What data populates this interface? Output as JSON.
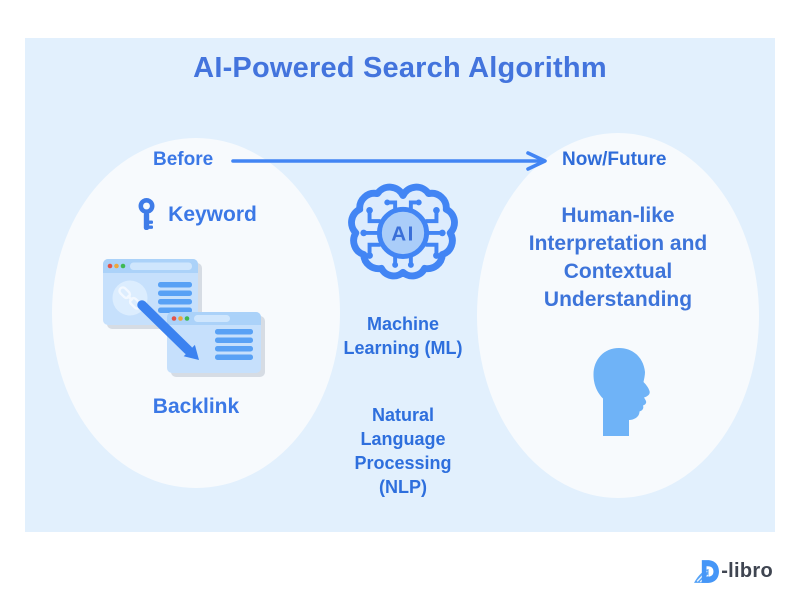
{
  "title": {
    "prefix": "AI-Powered",
    "emphasis": "Search Algorithm"
  },
  "timeline": {
    "before_label": "Before",
    "after_label": "Now/Future"
  },
  "before_section": {
    "keyword_label": "Keyword",
    "backlink_label": "Backlink"
  },
  "center_section": {
    "ai_badge": "AI",
    "machine_learning": "Machine Learning (ML)",
    "nlp": "Natural Language Processing (NLP)"
  },
  "after_section": {
    "description": "Human-like Interpretation and Contextual Understanding"
  },
  "footer": {
    "brand_text": "-libro"
  },
  "icons": {
    "key": "key-icon",
    "browser_windows": "backlink-browser-windows-illustration",
    "link": "chain-link-icon",
    "ai_brain": "ai-brain-circuit-icon",
    "human_head": "human-head-profile-icon",
    "timeline_arrow": "right-arrow",
    "brand": "d-libro-logo-icon"
  },
  "colors": {
    "panel_bg": "#e2f0fd",
    "ellipse_bg": "#f7fafd",
    "title_blue": "#4374dd",
    "label_blue": "#3b78e6",
    "deep_blue": "#2e6fdd",
    "accent_blue": "#4285f4",
    "window_body": "#c6e0fc",
    "window_titlebar": "#abd2f9",
    "window_bars": "#58a1f5",
    "head_fill": "#6fb3f7",
    "dot_red": "#e25349",
    "dot_yellow": "#eda73c",
    "dot_green": "#3fb954",
    "brand_gray": "#3f4551",
    "brand_blue": "#4596f7"
  }
}
